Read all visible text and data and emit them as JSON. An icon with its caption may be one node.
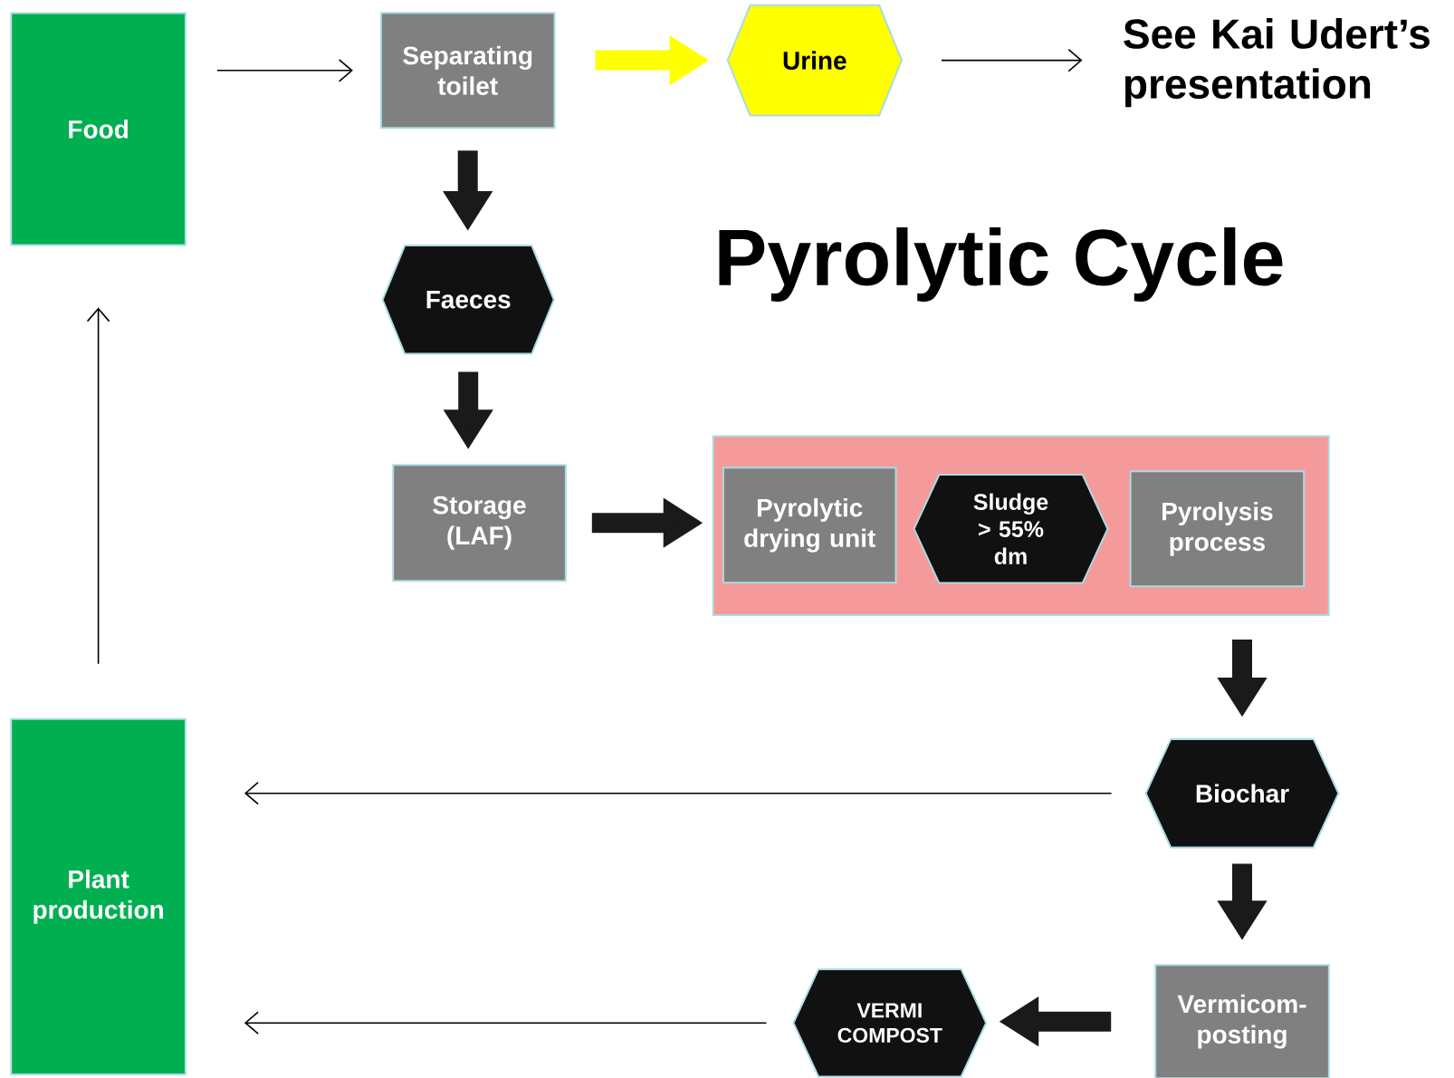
{
  "diagram": {
    "title": "Pyrolytic Cycle",
    "nodes": [
      {
        "text": [
          "Food"
        ]
      },
      {
        "text": [
          "Separating toilet"
        ]
      },
      {
        "text": [
          "Urine"
        ]
      },
      {
        "text": [
          "See Kai Udert’s presentation"
        ]
      },
      {
        "text": [
          "Faeces"
        ]
      },
      {
        "text": [
          "Storage (LAF)"
        ]
      },
      {
        "text": [],
        "shape": "box"
      },
      {
        "text": [
          "Pyrolytic drying unit"
        ],
        "in": 6
      },
      {
        "text": [
          "Sludge > 55% dm"
        ],
        "in": 6
      },
      {
        "text": [
          "Pyrolysis process"
        ],
        "in": 6
      },
      {
        "text": [
          "Biochar"
        ]
      },
      {
        "text": [
          "Vermicom-posting"
        ]
      },
      {
        "text": [
          "VERMI COMPOST"
        ]
      },
      {
        "text": [
          "Plant production"
        ]
      }
    ],
    "edges": [
      {
        "from": 0,
        "to": 1,
        "arrow": "to"
      },
      {
        "from": 1,
        "to": 2,
        "arrow": "to",
        "color": "#ffff00"
      },
      {
        "from": 2,
        "to": 3,
        "arrow": "to"
      },
      {
        "from": 1,
        "to": 4,
        "arrow": "to"
      },
      {
        "from": 4,
        "to": 5,
        "arrow": "to"
      },
      {
        "from": 5,
        "to": 6,
        "arrow": "to"
      },
      {
        "from": 6,
        "to": 10,
        "arrow": "to"
      },
      {
        "from": 10,
        "to": 13,
        "arrow": "to"
      },
      {
        "from": 10,
        "to": 11,
        "arrow": "to"
      },
      {
        "from": 11,
        "to": 12,
        "arrow": "to"
      },
      {
        "from": 12,
        "to": 13,
        "arrow": "to"
      },
      {
        "from": 13,
        "to": 0,
        "arrow": "to"
      }
    ]
  }
}
